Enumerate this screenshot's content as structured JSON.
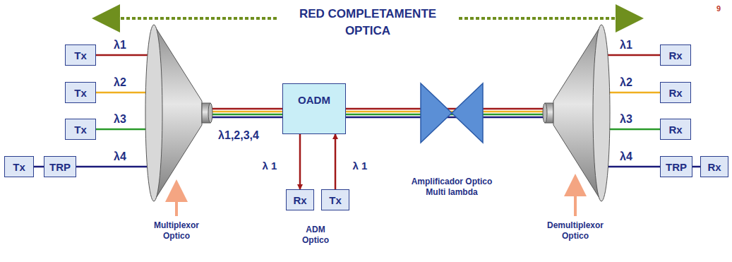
{
  "diagram": {
    "title": "RED COMPLETAMENTE OPTICA",
    "nodes": [
      {
        "text": [
          "Tx"
        ]
      },
      {
        "text": [
          "Tx"
        ]
      },
      {
        "text": [
          "Tx"
        ]
      },
      {
        "text": [
          "Tx"
        ]
      },
      {
        "text": [
          "TRP"
        ]
      },
      {
        "text": [
          "OADM"
        ]
      },
      {
        "text": [
          "Rx"
        ]
      },
      {
        "text": [
          "Tx"
        ]
      },
      {
        "text": [
          "Rx"
        ]
      },
      {
        "text": [
          "Rx"
        ]
      },
      {
        "text": [
          "Rx"
        ]
      },
      {
        "text": [
          "TRP"
        ]
      },
      {
        "text": [
          "Rx"
        ]
      }
    ],
    "edges": [
      {
        "from": 3,
        "to": 4,
        "arrow": "none"
      },
      {
        "from": 11,
        "to": 12,
        "arrow": "none"
      },
      {
        "from": 5,
        "to": 6,
        "arrow": "to"
      },
      {
        "from": 7,
        "to": 5,
        "arrow": "to"
      }
    ],
    "labels": [
      "9",
      "λ1",
      "λ2",
      "λ3",
      "λ4",
      "λ1,2,3,4",
      "λ 1",
      "λ 1",
      "Multiplexor Optico",
      "ADM Optico",
      "Amplificador Optico Multi lambda",
      "Demultiplexor Optico",
      "λ1",
      "λ2",
      "λ3",
      "λ4"
    ]
  }
}
